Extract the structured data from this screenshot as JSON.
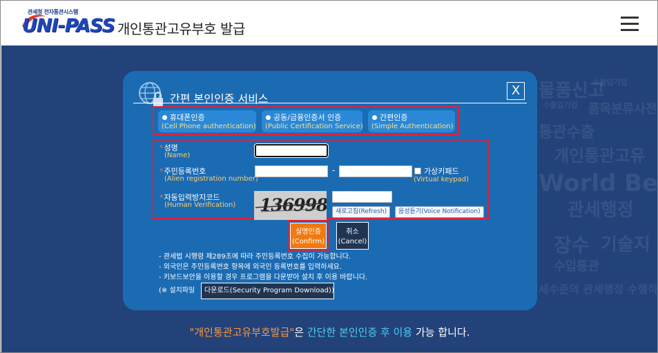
{
  "header": {
    "logo_subtitle": "관세청 전자통관시스템",
    "logo_text": "UNI-PASS",
    "title": "개인통관고유부호 발급",
    "menu_icon": "hamburger-icon"
  },
  "background_words": [
    "물품신고",
    "품목분류사전",
    "통관수출",
    "개인통관고유",
    "World Best",
    "관세행정",
    "장수",
    "기술지",
    "수입통관",
    "세수준의 관세행정 수행하",
    "수출입기업",
    "수출입기업"
  ],
  "modal": {
    "title": "간편 본인인증 서비스",
    "close_label": "X",
    "methods": [
      {
        "label": "휴대폰인증",
        "sub": "(Cell Phone authentication)"
      },
      {
        "label": "공동/금융인증서 인증",
        "sub": "(Public Certification Service)"
      },
      {
        "label": "간편인증",
        "sub": "(Simple Authentication)"
      }
    ],
    "form": {
      "name_label": "성명",
      "name_sub": "(Name)",
      "name_value": "",
      "rrn_label": "주민등록번호",
      "rrn_sub": "(Alien registration number)",
      "rrn_dash": "-",
      "virtual_keypad_label": "가상키패드",
      "virtual_keypad_sub": "(Virtual keypad)",
      "captcha_label": "자동입력방지코드",
      "captcha_sub": "(Human Verification)",
      "captcha_text": "136998",
      "refresh_label": "새로고침(Refresh)",
      "voice_label": "음성듣기(Voice Notification)"
    },
    "confirm_label": "실명인증",
    "confirm_sub": "(Confirm)",
    "cancel_label": "취소",
    "cancel_sub": "(Cancel)",
    "notes": [
      "- 관세법 시행령 제289조에 따라 주민등록번호 수집이 가능합니다.",
      "- 외국인은 주민등록번호 항목에 외국인 등록번호를 입력하세요.",
      "- 키보드보안을 이용할 경우 프로그램을 다운받아 설치 후 이용 바랍니다."
    ],
    "download_prefix": "(※ 설치파일",
    "download_label": "다운로드(Security Program Download)",
    "download_suffix": ")"
  },
  "footer": {
    "part1": "\"개인통관고유부호발급\"",
    "part2": "은 ",
    "part3": "간단한 본인인증 후 이용",
    "part4": " 가능 합니다."
  },
  "colors": {
    "header_bg": "#ffffff",
    "page_bg": "#23427a",
    "modal_bg": "#1b6bb3",
    "highlight_border": "#e0203a",
    "confirm_bg": "#f07a10",
    "cancel_bg": "#1f3552",
    "footer_orange": "#ff9a3c",
    "footer_cyan": "#4ad0f0"
  }
}
